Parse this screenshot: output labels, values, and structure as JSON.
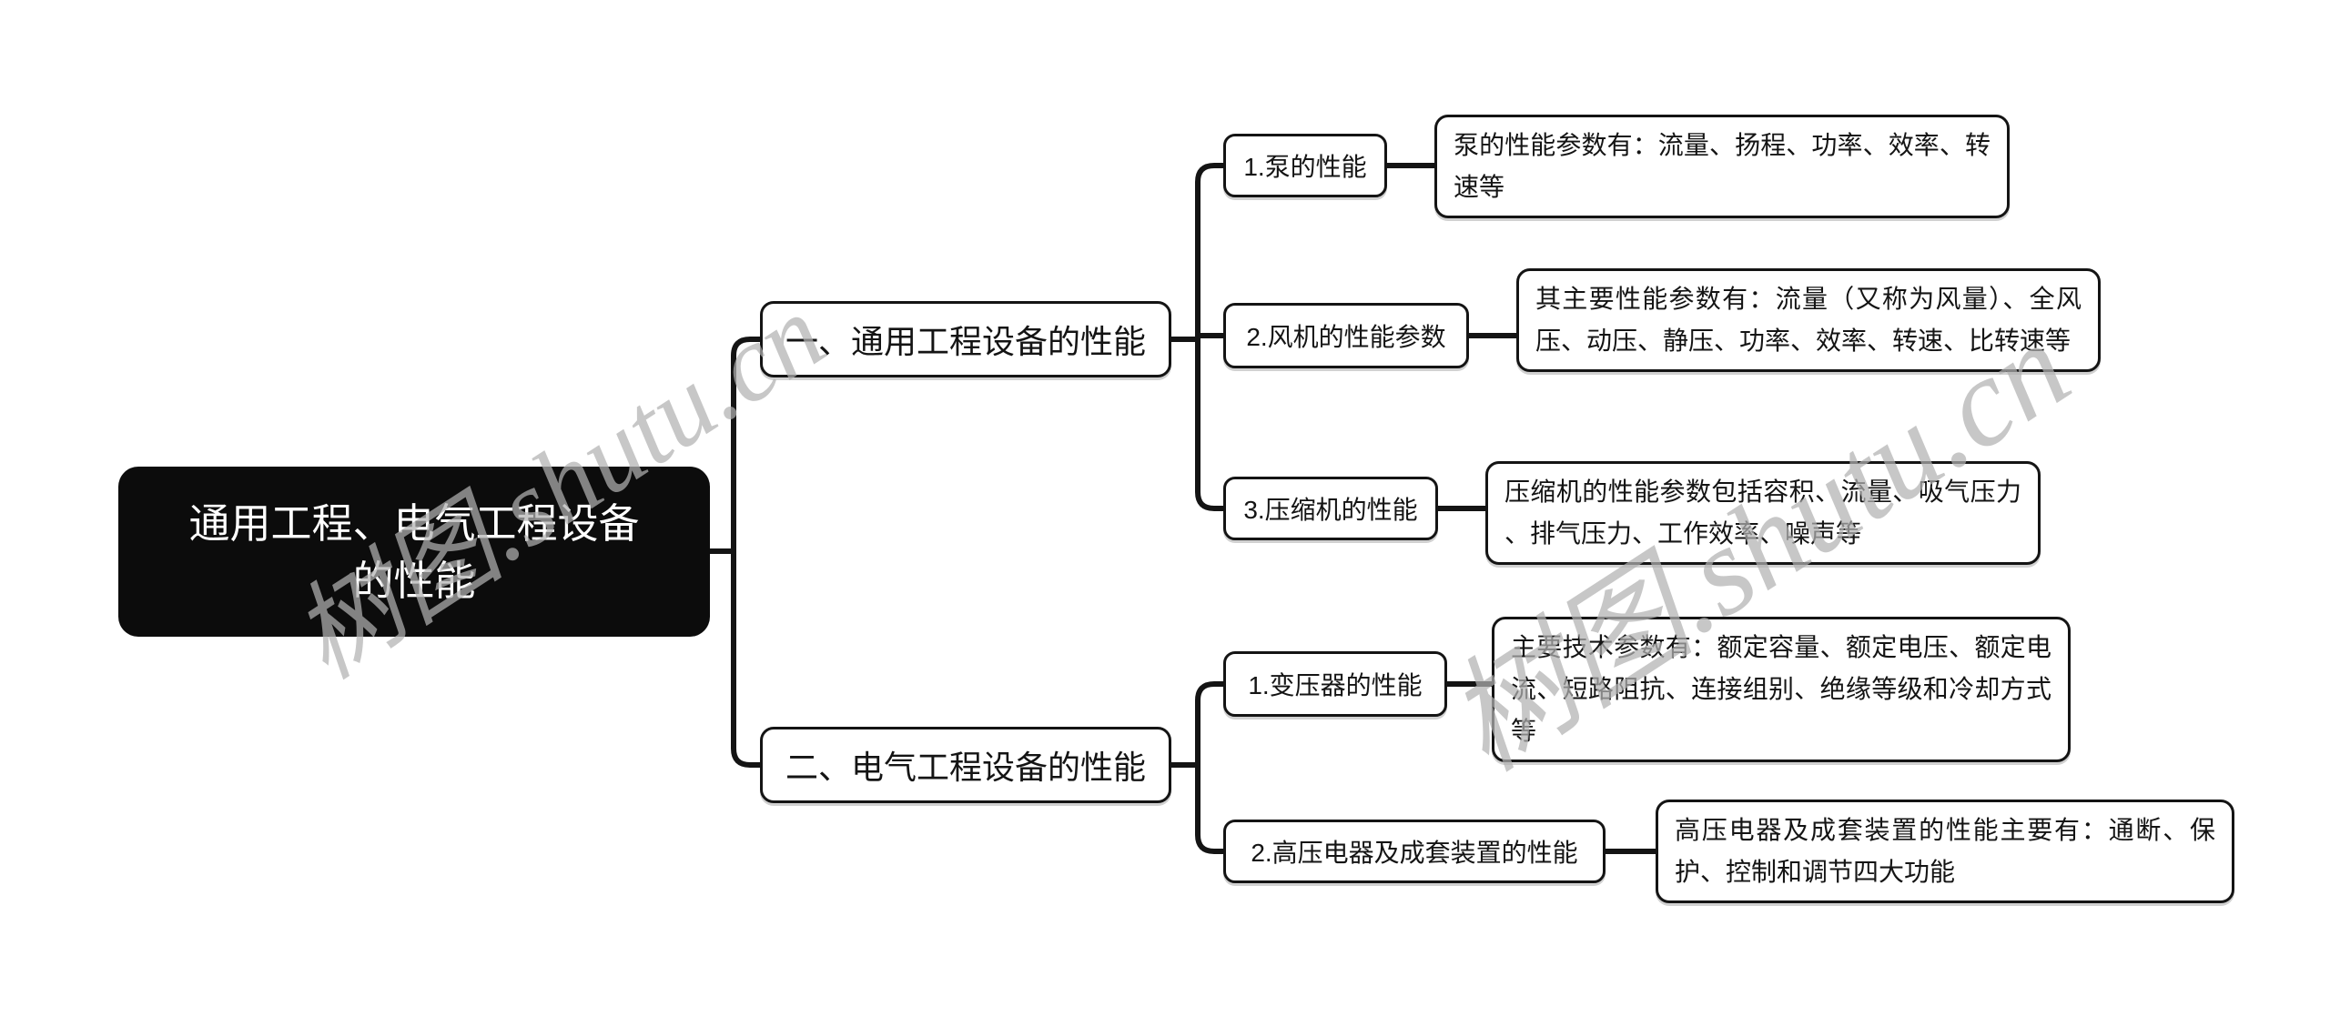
{
  "watermark": {
    "text": "树图.shutu.cn"
  },
  "root": {
    "label": "通用工程、电气工程设备的性能"
  },
  "branches": [
    {
      "label": "一、通用工程设备的性能",
      "children": [
        {
          "label": "1.泵的性能",
          "desc": "泵的性能参数有：流量、扬程、功率、效率、转速等"
        },
        {
          "label": "2.风机的性能参数",
          "desc": "其主要性能参数有：流量（又称为风量）、全风压、动压、静压、功率、效率、转速、比转速等"
        },
        {
          "label": "3.压缩机的性能",
          "desc": "压缩机的性能参数包括容积、流量、吸气压力、排气压力、工作效率、噪声等"
        }
      ]
    },
    {
      "label": "二、电气工程设备的性能",
      "children": [
        {
          "label": "1.变压器的性能",
          "desc": "主要技术参数有：额定容量、额定电压、额定电流、短路阻抗、连接组别、绝缘等级和冷却方式等"
        },
        {
          "label": "2.高压电器及成套装置的性能",
          "desc": "高压电器及成套装置的性能主要有：通断、保护、控制和调节四大功能"
        }
      ]
    }
  ],
  "colors": {
    "root_bg": "#0c0c0c",
    "root_text": "#ffffff",
    "node_border": "#141414",
    "connector": "#141414",
    "watermark": "#b2b2b2"
  }
}
